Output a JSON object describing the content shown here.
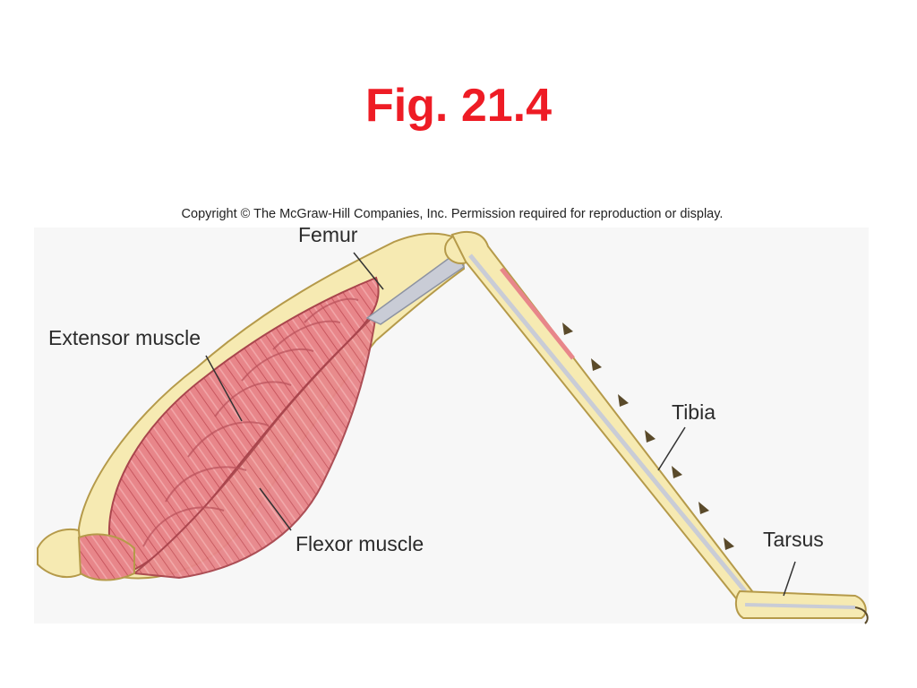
{
  "slide": {
    "title": "Fig. 21.4"
  },
  "figure": {
    "copyright": "Copyright © The McGraw-Hill Companies, Inc. Permission required for reproduction or display.",
    "labels": {
      "femur": "Femur",
      "extensor_muscle": "Extensor muscle",
      "flexor_muscle": "Flexor muscle",
      "tibia": "Tibia",
      "tarsus": "Tarsus"
    },
    "colors": {
      "title": "#ee1c25",
      "muscle": "#e8868a",
      "exoskeleton": "#f6eab2",
      "tendon": "#c9ccd6"
    }
  }
}
